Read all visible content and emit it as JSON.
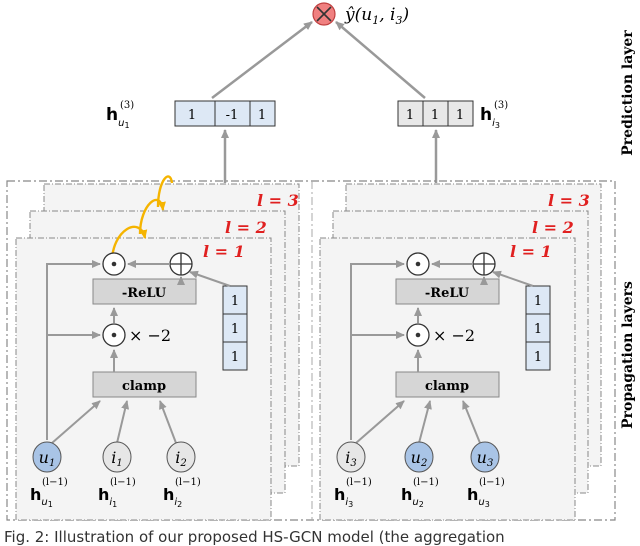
{
  "prediction": {
    "output_label": "ŷ(u1, i3)",
    "output_main": "ŷ(u",
    "output_sub1": "1",
    "output_mid": ", i",
    "output_sub2": "3",
    "output_end": ")",
    "layer_label": "Prediction layer"
  },
  "propagation": {
    "layer_label": "Propagation layers"
  },
  "left_tower": {
    "embed_name": "h",
    "embed_sup": "(3)",
    "embed_sub": "u",
    "embed_subsub": "1",
    "embed_values": [
      "1",
      "-1",
      "1"
    ],
    "layers": [
      "l = 3",
      "l = 2",
      "l = 1"
    ],
    "op_relu": "-ReLU",
    "op_clamp": "clamp",
    "times_label": "× −2",
    "side_values": [
      "1",
      "1",
      "1"
    ],
    "nodes": [
      {
        "sym": "u",
        "sub": "1",
        "h_sub": "u",
        "h_subsub": "1"
      },
      {
        "sym": "i",
        "sub": "1",
        "h_sub": "i",
        "h_subsub": "1"
      },
      {
        "sym": "i",
        "sub": "2",
        "h_sub": "i",
        "h_subsub": "2"
      }
    ],
    "h_sup": "(l−1)"
  },
  "right_tower": {
    "embed_name": "h",
    "embed_sup": "(3)",
    "embed_sub": "i",
    "embed_subsub": "3",
    "embed_values": [
      "1",
      "1",
      "1"
    ],
    "layers": [
      "l = 3",
      "l = 2",
      "l = 1"
    ],
    "op_relu": "-ReLU",
    "op_clamp": "clamp",
    "times_label": "× −2",
    "side_values": [
      "1",
      "1",
      "1"
    ],
    "nodes": [
      {
        "sym": "i",
        "sub": "3",
        "h_sub": "i",
        "h_subsub": "3"
      },
      {
        "sym": "u",
        "sub": "2",
        "h_sub": "u",
        "h_subsub": "2"
      },
      {
        "sym": "u",
        "sub": "3",
        "h_sub": "u",
        "h_subsub": "3"
      }
    ],
    "h_sup": "(l−1)"
  },
  "caption": "Fig. 2: Illustration of our proposed HS-GCN model (the aggregation",
  "colors": {
    "node_highlight": "#a9c4e6",
    "node_plain": "#e6e6e6",
    "cell_blue": "#dde8f5",
    "cell_gray": "#e8e8e8",
    "layer_label": "#e02020",
    "curve": "#f5b400",
    "output_circle": "#f08080"
  }
}
